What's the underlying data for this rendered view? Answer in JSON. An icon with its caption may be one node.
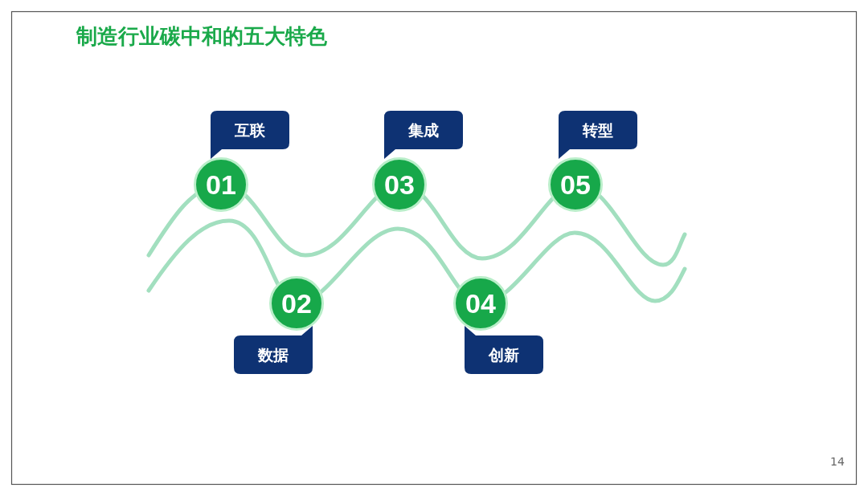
{
  "diagram": {
    "title": "制造行业碳中和的五大特色",
    "nodes": [
      {
        "text": [
          "互联"
        ]
      },
      {
        "text": [
          "01"
        ]
      },
      {
        "text": [
          "02"
        ]
      },
      {
        "text": [
          "数据"
        ]
      },
      {
        "text": [
          "集成"
        ]
      },
      {
        "text": [
          "03"
        ]
      },
      {
        "text": [
          "04"
        ]
      },
      {
        "text": [
          "创新"
        ]
      },
      {
        "text": [
          "转型"
        ]
      },
      {
        "text": [
          "05"
        ]
      }
    ],
    "labels": [
      "14"
    ]
  }
}
